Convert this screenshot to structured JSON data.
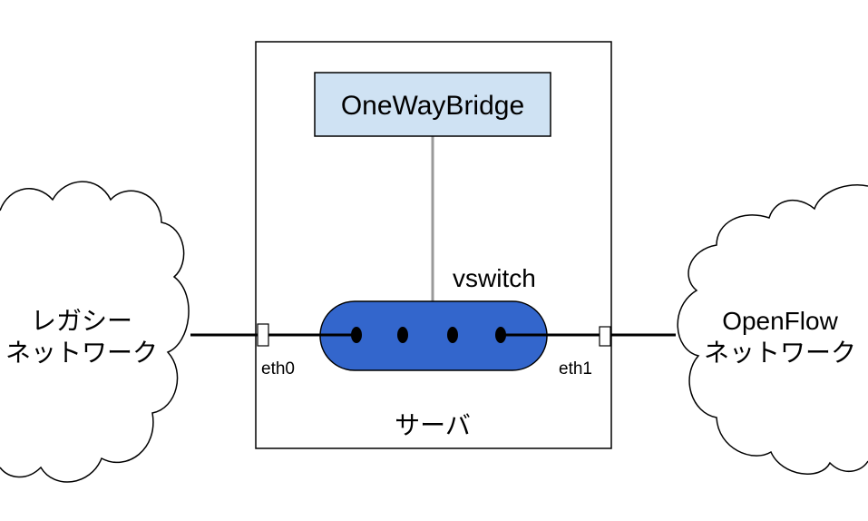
{
  "server": {
    "label": "サーバ"
  },
  "app": {
    "label": "OneWayBridge"
  },
  "vswitch": {
    "label": "vswitch"
  },
  "ports": {
    "left": "eth0",
    "right": "eth1"
  },
  "networks": {
    "left": {
      "line1": "レガシー",
      "line2": "ネットワーク"
    },
    "right": {
      "line1": "OpenFlow",
      "line2": "ネットワーク"
    }
  },
  "colors": {
    "app_fill": "#cfe2f3",
    "vswitch_fill": "#3366cc",
    "link_gray": "#999999",
    "outline": "#000000"
  }
}
